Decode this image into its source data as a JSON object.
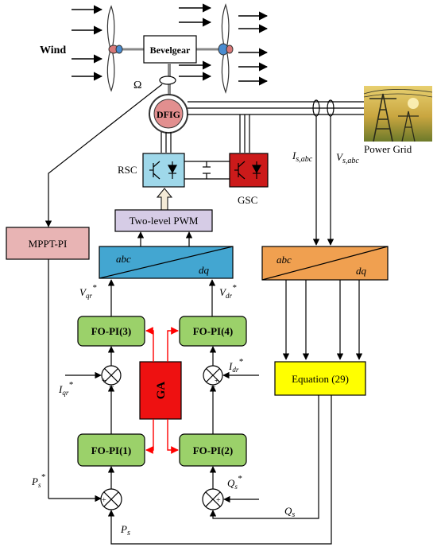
{
  "labels": {
    "wind": "Wind",
    "bevelgear": "Bevelgear",
    "omega": "Ω",
    "dfig": "DFIG",
    "rsc": "RSC",
    "gsc": "GSC",
    "power_grid": "Power Grid",
    "is_abc": "I",
    "is_abc_sub": "s,abc",
    "vs_abc": "V",
    "vs_abc_sub": "s,abc",
    "pwm": "Two-level PWM",
    "mppt": "MPPT-PI",
    "transform_left_abc": "abc",
    "transform_left_dq": "dq",
    "transform_right_abc": "abc",
    "transform_right_dq": "dq",
    "vqr": "V",
    "vqr_sub": "qr",
    "vdr": "V",
    "vdr_sub": "dr",
    "star": "*",
    "fopi3": "FO-PI(3)",
    "fopi4": "FO-PI(4)",
    "fopi1": "FO-PI(1)",
    "fopi2": "FO-PI(2)",
    "ga": "GA",
    "iqr": "I",
    "iqr_sub": "qr",
    "idr": "I",
    "idr_sub": "dr",
    "equation": "Equation (29)",
    "ps_ref": "P",
    "ps_ref_sub": "s",
    "qs_ref": "Q",
    "qs_ref_sub": "s",
    "ps": "P",
    "ps_sub": "s",
    "qs": "Q",
    "qs_sub": "s",
    "plus": "+",
    "minus": "−",
    "sum_cross": "×"
  },
  "colors": {
    "fopi_fill": "#9bd16a",
    "ga_fill": "#ee1111",
    "equation_fill": "#ffff00",
    "mppt_fill": "#e8b4b4",
    "pwm_fill": "#d6cce6",
    "transform_left_fill": "#43a6d1",
    "transform_right_fill": "#f0a050",
    "rsc_fill": "#9fd8ea",
    "gsc_fill": "#cc1a1a",
    "dfig_fill": "#e28f8f",
    "ga_arrow": "#ff0000"
  }
}
